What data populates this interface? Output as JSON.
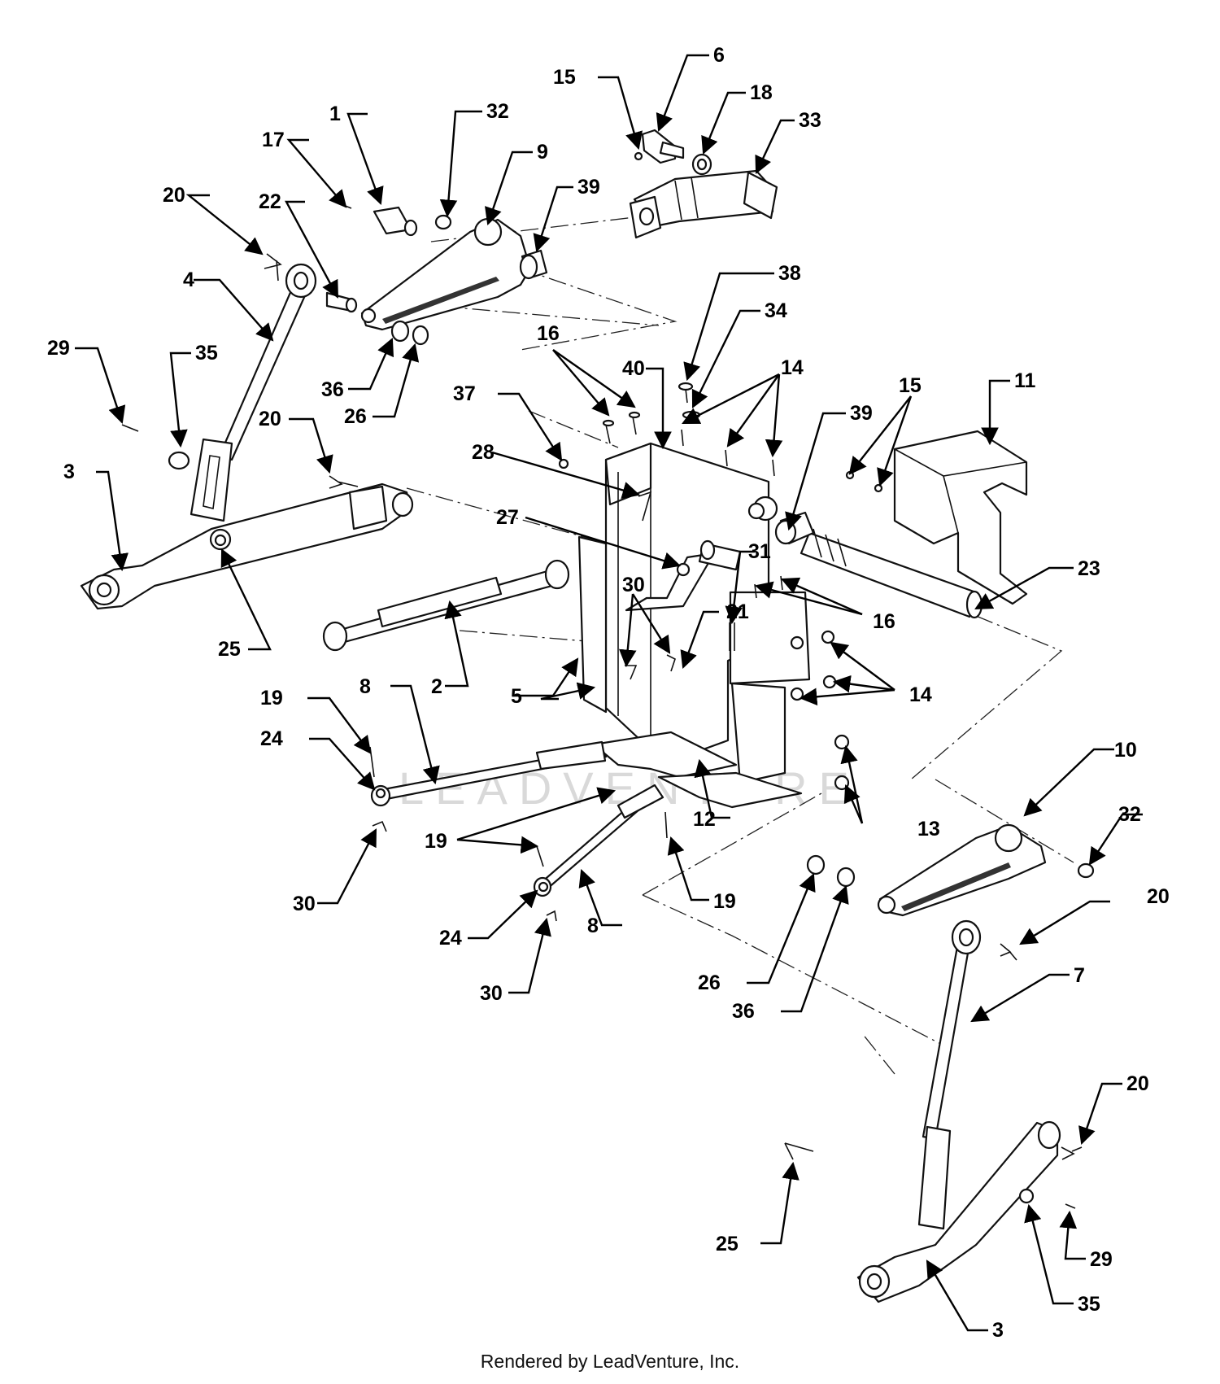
{
  "diagram": {
    "credit": "Rendered by LeadVenture, Inc.",
    "watermark": "LEADVENTURE",
    "callouts": [
      {
        "id": "c1",
        "label": "1"
      },
      {
        "id": "c2",
        "label": "2"
      },
      {
        "id": "c3a",
        "label": "3"
      },
      {
        "id": "c3b",
        "label": "3"
      },
      {
        "id": "c4",
        "label": "4"
      },
      {
        "id": "c5",
        "label": "5"
      },
      {
        "id": "c6",
        "label": "6"
      },
      {
        "id": "c7",
        "label": "7"
      },
      {
        "id": "c8a",
        "label": "8"
      },
      {
        "id": "c8b",
        "label": "8"
      },
      {
        "id": "c9",
        "label": "9"
      },
      {
        "id": "c10",
        "label": "10"
      },
      {
        "id": "c11",
        "label": "11"
      },
      {
        "id": "c12",
        "label": "12"
      },
      {
        "id": "c13",
        "label": "13"
      },
      {
        "id": "c14a",
        "label": "14"
      },
      {
        "id": "c14b",
        "label": "14"
      },
      {
        "id": "c15a",
        "label": "15"
      },
      {
        "id": "c15b",
        "label": "15"
      },
      {
        "id": "c16a",
        "label": "16"
      },
      {
        "id": "c16b",
        "label": "16"
      },
      {
        "id": "c17",
        "label": "17"
      },
      {
        "id": "c18",
        "label": "18"
      },
      {
        "id": "c19a",
        "label": "19"
      },
      {
        "id": "c19b",
        "label": "19"
      },
      {
        "id": "c19c",
        "label": "19"
      },
      {
        "id": "c20a",
        "label": "20"
      },
      {
        "id": "c20b",
        "label": "20"
      },
      {
        "id": "c20c",
        "label": "20"
      },
      {
        "id": "c20d",
        "label": "20"
      },
      {
        "id": "c21",
        "label": "21"
      },
      {
        "id": "c22",
        "label": "22"
      },
      {
        "id": "c23",
        "label": "23"
      },
      {
        "id": "c24a",
        "label": "24"
      },
      {
        "id": "c24b",
        "label": "24"
      },
      {
        "id": "c25a",
        "label": "25"
      },
      {
        "id": "c25b",
        "label": "25"
      },
      {
        "id": "c26a",
        "label": "26"
      },
      {
        "id": "c26b",
        "label": "26"
      },
      {
        "id": "c27",
        "label": "27"
      },
      {
        "id": "c28",
        "label": "28"
      },
      {
        "id": "c29a",
        "label": "29"
      },
      {
        "id": "c29b",
        "label": "29"
      },
      {
        "id": "c30a",
        "label": "30"
      },
      {
        "id": "c30b",
        "label": "30"
      },
      {
        "id": "c30c",
        "label": "30"
      },
      {
        "id": "c31",
        "label": "31"
      },
      {
        "id": "c32a",
        "label": "32"
      },
      {
        "id": "c32b",
        "label": "32"
      },
      {
        "id": "c33",
        "label": "33"
      },
      {
        "id": "c34",
        "label": "34"
      },
      {
        "id": "c35a",
        "label": "35"
      },
      {
        "id": "c35b",
        "label": "35"
      },
      {
        "id": "c36a",
        "label": "36"
      },
      {
        "id": "c36b",
        "label": "36"
      },
      {
        "id": "c37",
        "label": "37"
      },
      {
        "id": "c38",
        "label": "38"
      },
      {
        "id": "c39a",
        "label": "39"
      },
      {
        "id": "c39b",
        "label": "39"
      },
      {
        "id": "c40",
        "label": "40"
      }
    ]
  }
}
